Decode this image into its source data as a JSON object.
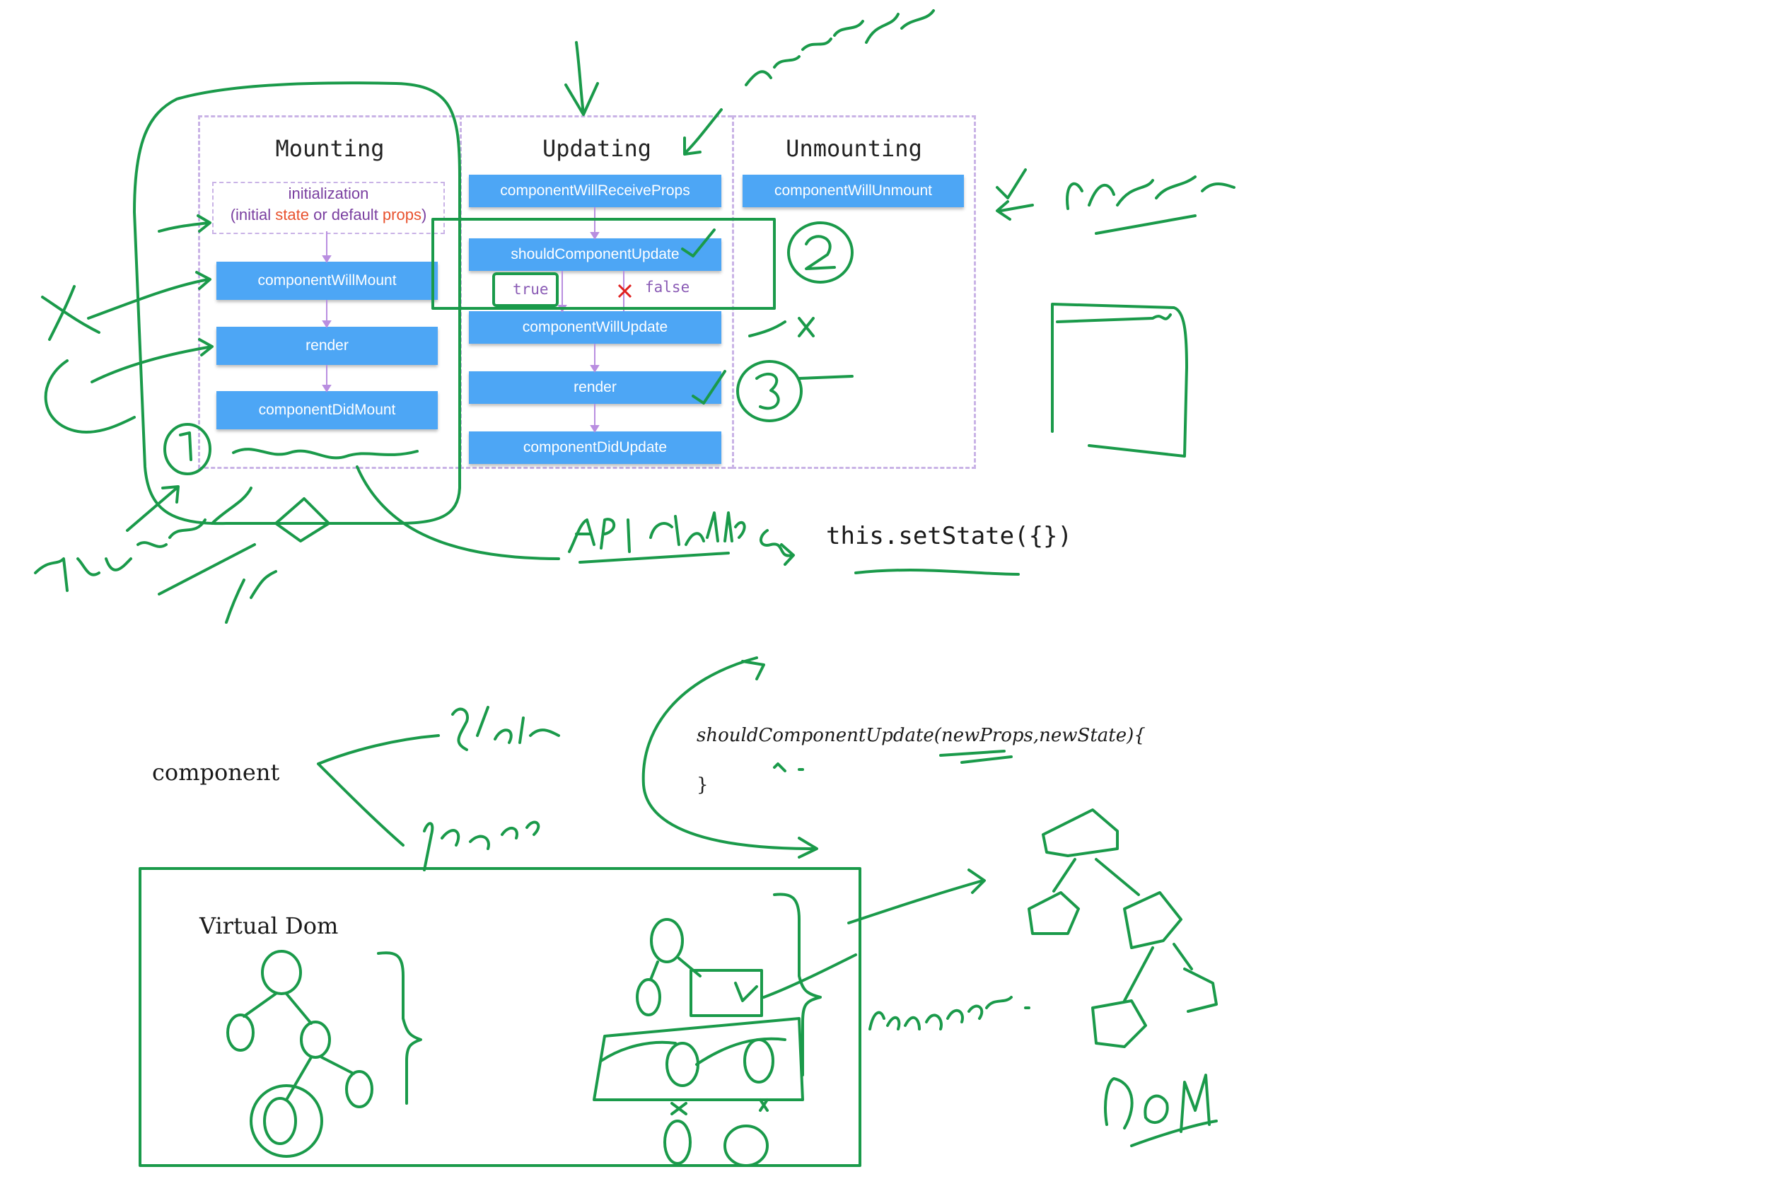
{
  "lifecycle": {
    "mounting": {
      "title": "Mounting",
      "init_line1": "initialization",
      "init_open": "(initial ",
      "init_state": "state",
      "init_or": " or default ",
      "init_props": "props",
      "init_close": ")",
      "steps": [
        "componentWillMount",
        "render",
        "componentDidMount"
      ]
    },
    "updating": {
      "title": "Updating",
      "steps": [
        "componentWillReceiveProps",
        "shouldComponentUpdate",
        "componentWillUpdate",
        "render",
        "componentDidUpdate"
      ],
      "true_label": "true",
      "false_label": "false"
    },
    "unmounting": {
      "title": "Unmounting",
      "steps": [
        "componentWillUnmount"
      ]
    }
  },
  "notes": {
    "set_state": "this.setState({})",
    "should_update": "shouldComponentUpdate(newProps,newState){",
    "close_brace": "}",
    "component": "component",
    "virtual_dom": "Virtual Dom"
  },
  "colors": {
    "ink_green": "#1a9a4a",
    "ink_red": "#e02020",
    "box_blue": "#4da6f5",
    "dash_purple": "#c9b3e6"
  }
}
